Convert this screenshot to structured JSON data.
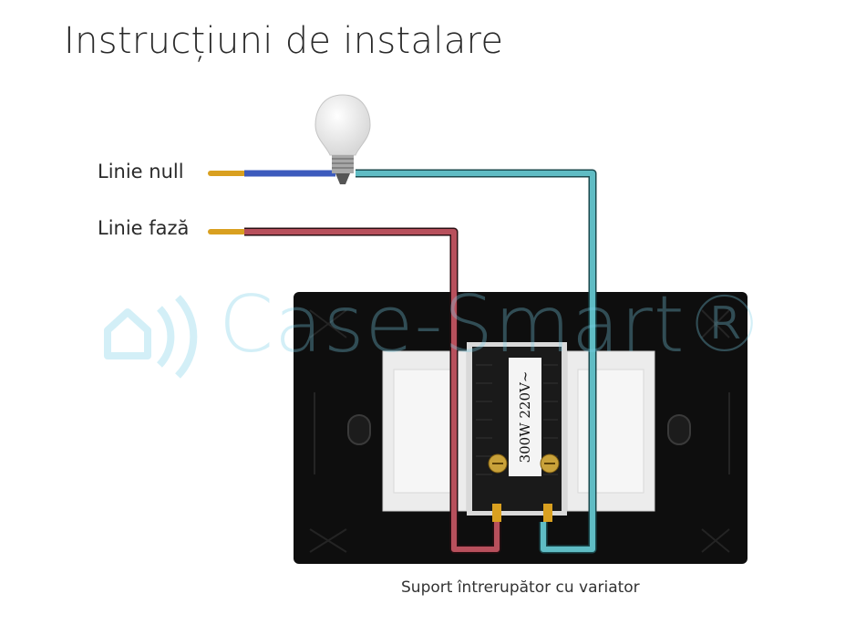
{
  "title": "Instrucțiuni de instalare",
  "labels": {
    "null_line": "Linie null",
    "phase_line": "Linie fază"
  },
  "device": {
    "rating": "300W 220V~",
    "caption": "Suport întrerupător cu variator"
  },
  "watermark": "Case-Smart®",
  "colors": {
    "neutral_wire": "#3d5bbd",
    "phase_wire": "#b8505c",
    "load_wire": "#5fbcc4",
    "copper": "#d9a020",
    "panel": "#0e0e0e",
    "module": "#ececec",
    "watermark": "#78cde6"
  }
}
